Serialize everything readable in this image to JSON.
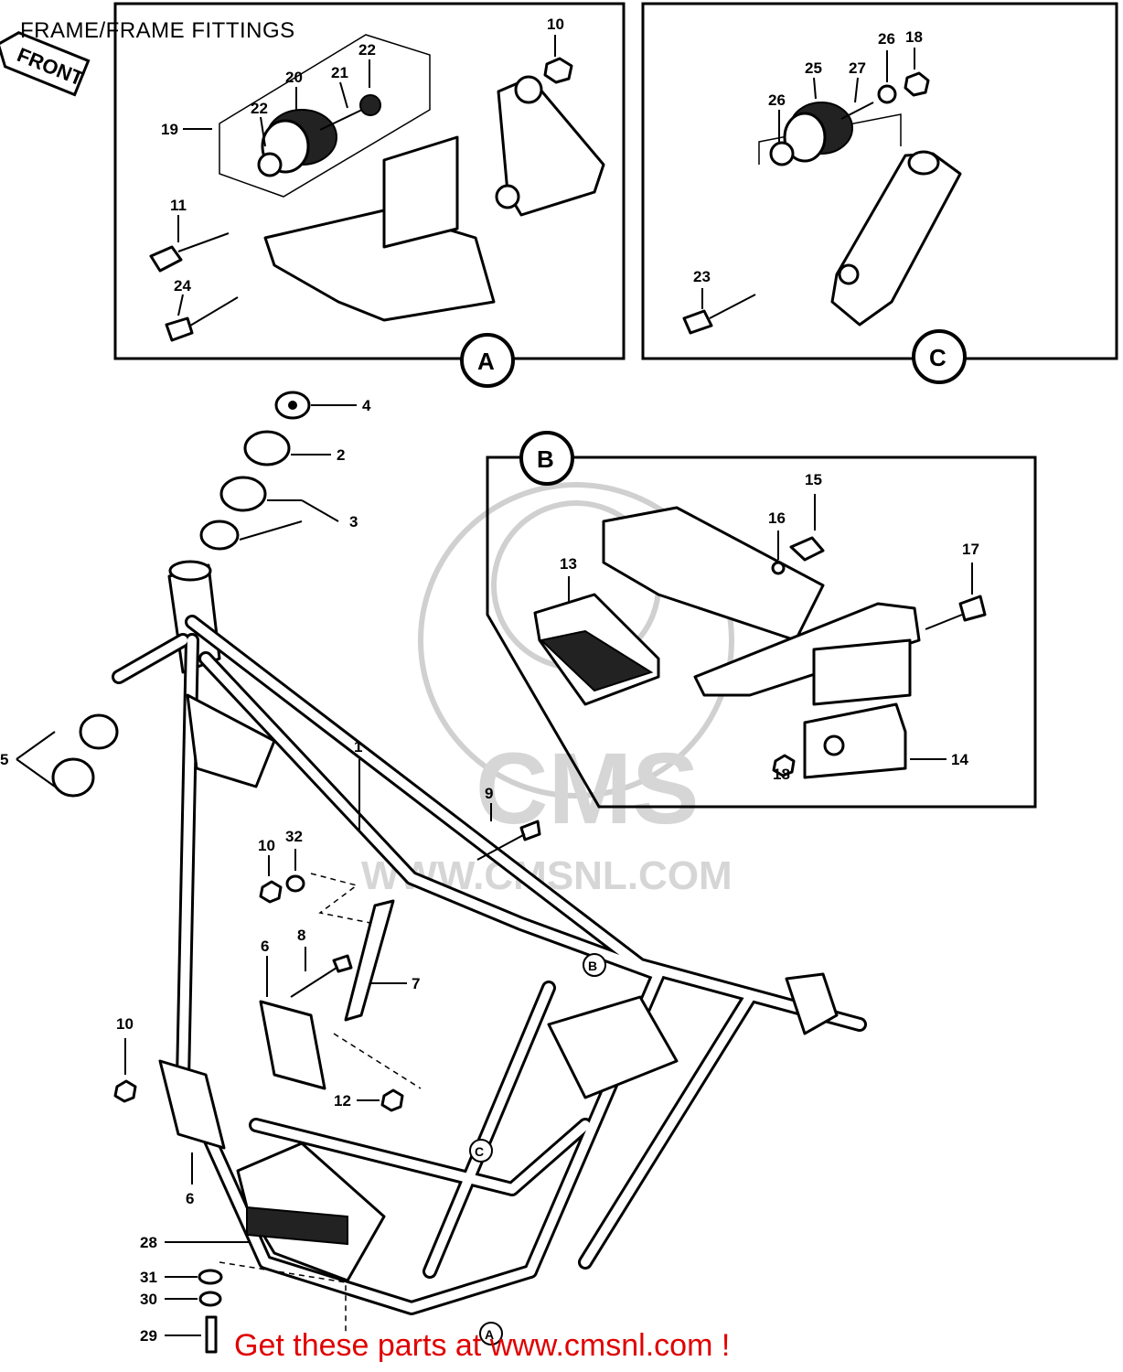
{
  "title": "FRAME/FRAME FITTINGS",
  "footer": "Get these parts at www.cmsnl.com !",
  "front_label": "FRONT",
  "watermark": {
    "logo": "CMS",
    "url": "WWW.CMSNL.COM"
  },
  "detail_views": {
    "a": "A",
    "b": "B",
    "c": "C"
  },
  "callouts": {
    "n1": "1",
    "n2": "2",
    "n3": "3",
    "n4": "4",
    "n5": "5",
    "n6a": "6",
    "n6b": "6",
    "n7": "7",
    "n8": "8",
    "n9": "9",
    "n10a": "10",
    "n10b": "10",
    "n10c": "10",
    "n11": "11",
    "n12": "12",
    "n13": "13",
    "n14": "14",
    "n15": "15",
    "n16": "16",
    "n17": "17",
    "n18a": "18",
    "n18b": "18",
    "n19": "19",
    "n20": "20",
    "n21": "21",
    "n22a": "22",
    "n22b": "22",
    "n23": "23",
    "n24": "24",
    "n25": "25",
    "n26a": "26",
    "n26b": "26",
    "n27": "27",
    "n28": "28",
    "n29": "29",
    "n30": "30",
    "n31": "31",
    "n32": "32"
  },
  "colors": {
    "ink": "#000000",
    "footer": "#e00000",
    "watermark": "#d0d0d0"
  }
}
